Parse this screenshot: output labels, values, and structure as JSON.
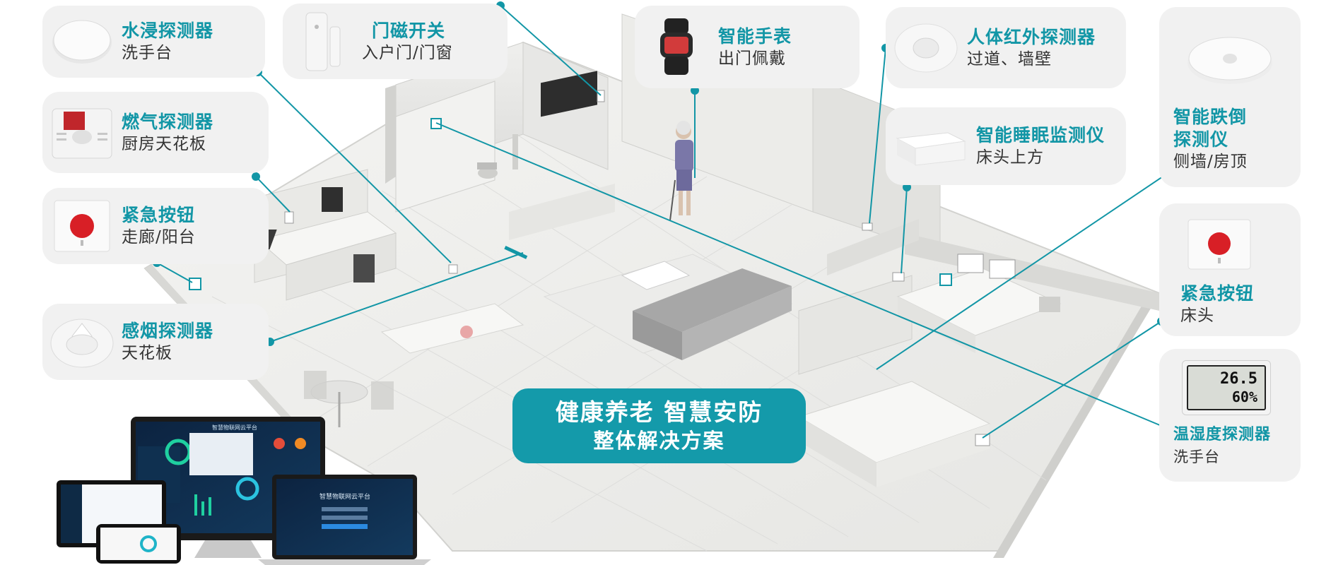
{
  "colors": {
    "accent": "#1296a6",
    "banner_bg": "#149aaa",
    "card_bg": "#f1f1f1",
    "sub_text": "#333333"
  },
  "cards": {
    "water_leak": {
      "title": "水浸探测器",
      "location": "洗手台",
      "icon": "round-disc-sensor-icon"
    },
    "door_contact": {
      "title": "门磁开关",
      "location": "入户门/门窗",
      "icon": "door-magnet-sensor-icon"
    },
    "smart_watch": {
      "title": "智能手表",
      "location": "出门佩戴",
      "icon": "smart-watch-icon"
    },
    "pir_detector": {
      "title": "人体红外探测器",
      "location": "过道、墙壁",
      "icon": "pir-sensor-icon"
    },
    "gas_detector": {
      "title": "燃气探测器",
      "location": "厨房天花板",
      "icon": "gas-detector-icon"
    },
    "sleep_monitor": {
      "title": "智能睡眠监测仪",
      "location": "床头上方",
      "icon": "sleep-monitor-icon"
    },
    "fall_detector": {
      "title_line1": "智能跌倒",
      "title_line2": "探测仪",
      "location": "侧墙/房顶",
      "icon": "ceiling-radar-icon"
    },
    "emergency_hall": {
      "title": "紧急按钮",
      "location": "走廊/阳台",
      "icon": "emergency-button-icon"
    },
    "emergency_bed": {
      "title": "紧急按钮",
      "location": "床头",
      "icon": "emergency-button-icon"
    },
    "smoke_detector": {
      "title": "感烟探测器",
      "location": "天花板",
      "icon": "smoke-detector-icon"
    },
    "thermo_hygro": {
      "title": "温湿度探测器",
      "location": "洗手台",
      "icon": "thermo-hygrometer-icon",
      "display_temp": "26.5",
      "display_humidity": "60%"
    }
  },
  "banner": {
    "line1": "健康养老 智慧安防",
    "line2": "整体解决方案"
  },
  "screens": {
    "monitor_title": "智慧物联网云平台",
    "laptop_title": "智慧物联网云平台"
  }
}
